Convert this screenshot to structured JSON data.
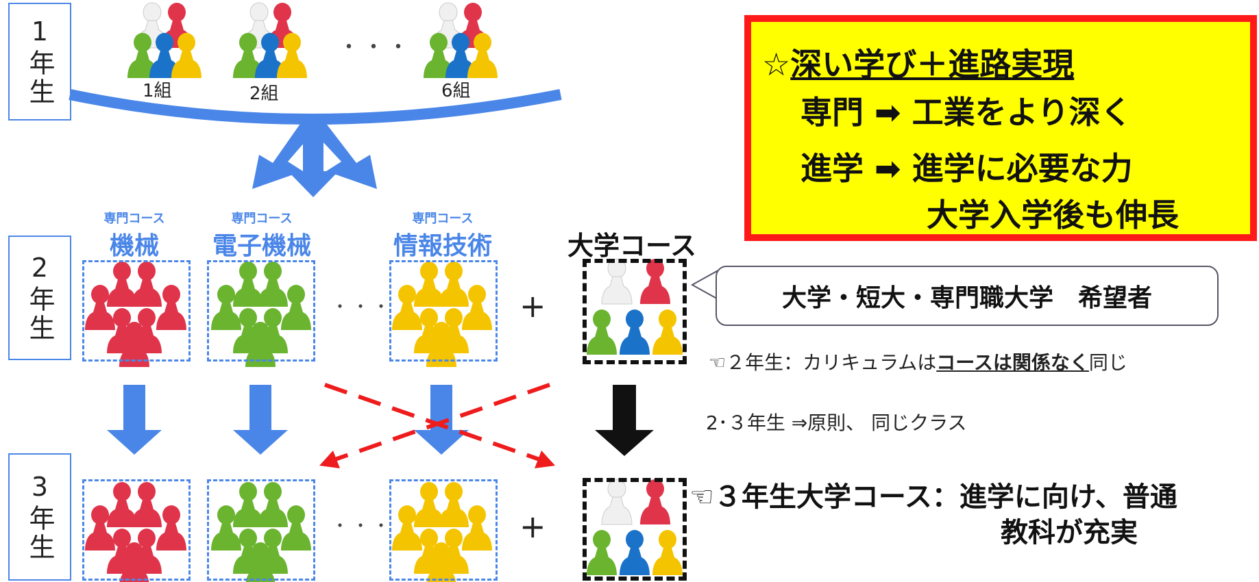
{
  "years": {
    "y1": "1年生",
    "y2": "2年生",
    "y3": "3年生"
  },
  "classes": [
    "1組",
    "2組",
    "6組"
  ],
  "ellipsis": "・・・",
  "ellipsis_small": "・・・",
  "course_prefix": "専門コース",
  "courses": [
    "機械",
    "電子機械",
    "情報技術"
  ],
  "plus": "+",
  "univ_course": "大学コース",
  "callout": "大学・短大・専門職大学　希望者",
  "note1": {
    "prefix": "☜２年生：カリキュラムは",
    "underlined": "コースは関係なく",
    "suffix": "同じ"
  },
  "note2": "2･３年生 ⇒原則、 同じクラス",
  "note3": {
    "line1": "☜３年生大学コース：進学に向け、普通",
    "line2": "教科が充実"
  },
  "highlight": {
    "line1_star": "☆",
    "line1": "深い学び＋進路実現",
    "line2": "専門 ➡ 工業をより深く",
    "line3": "進学 ➡ 進学に必要な力",
    "line4": "大学入学後も伸長"
  },
  "colors": {
    "accent_blue": "#4a86e8",
    "red_arrow": "#ee1c1c",
    "highlight_fill": "#ffff00",
    "highlight_border": "#ff1a1a",
    "figure_red": "#e0344a",
    "figure_green": "#6ab42f",
    "figure_yellow": "#f5c400",
    "figure_blue": "#1a73c8",
    "figure_white": "#f0f0f0"
  }
}
